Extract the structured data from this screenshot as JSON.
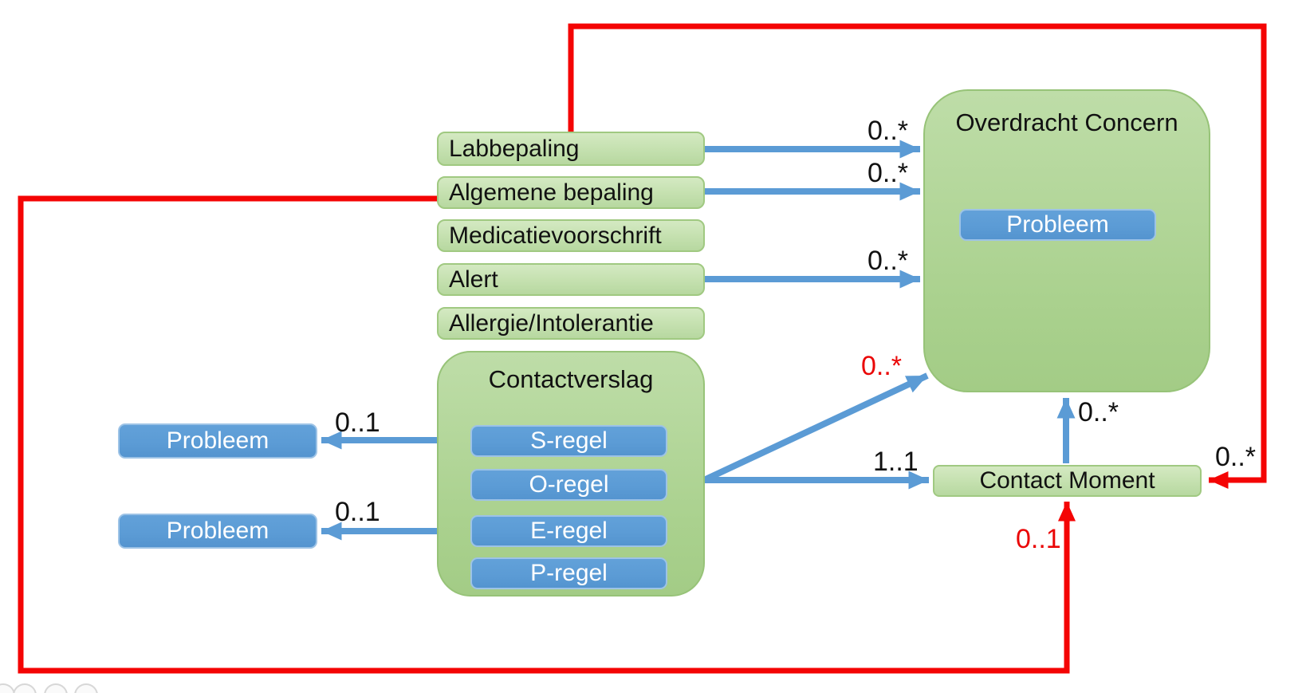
{
  "nodes": {
    "labbepaling": {
      "label": "Labbepaling"
    },
    "algemene_bepaling": {
      "label": "Algemene bepaling"
    },
    "medicatievoorschrift": {
      "label": "Medicatievoorschrift"
    },
    "alert": {
      "label": "Alert"
    },
    "allergie_intolerantie": {
      "label": "Allergie/Intolerantie"
    },
    "overdracht_concern": {
      "label": "Overdracht Concern",
      "child": {
        "label": "Probleem"
      }
    },
    "contactverslag": {
      "label": "Contactverslag",
      "children": [
        {
          "label": "S-regel"
        },
        {
          "label": "O-regel"
        },
        {
          "label": "E-regel"
        },
        {
          "label": "P-regel"
        }
      ]
    },
    "probleem_s": {
      "label": "Probleem"
    },
    "probleem_e": {
      "label": "Probleem"
    },
    "contact_moment": {
      "label": "Contact Moment"
    }
  },
  "relations": [
    {
      "from": "Labbepaling",
      "to": "Overdracht Concern",
      "cardinality": "0..*",
      "line": "blue",
      "label_color": "black"
    },
    {
      "from": "Algemene bepaling",
      "to": "Overdracht Concern",
      "cardinality": "0..*",
      "line": "blue",
      "label_color": "black"
    },
    {
      "from": "Alert",
      "to": "Overdracht Concern",
      "cardinality": "0..*",
      "line": "blue",
      "label_color": "black"
    },
    {
      "from": "S-regel",
      "to": "Probleem",
      "cardinality": "0..1",
      "line": "blue",
      "label_color": "black"
    },
    {
      "from": "E-regel",
      "to": "Probleem",
      "cardinality": "0..1",
      "line": "blue",
      "label_color": "black"
    },
    {
      "from": "Contactverslag",
      "to": "Overdracht Concern",
      "cardinality": "0..*",
      "line": "blue",
      "label_color": "red"
    },
    {
      "from": "Contactverslag",
      "to": "Contact Moment",
      "cardinality": "1..1",
      "line": "blue",
      "label_color": "black"
    },
    {
      "from": "Contact Moment",
      "to": "Overdracht Concern",
      "cardinality": "0..*",
      "line": "blue",
      "label_color": "black"
    },
    {
      "from": "Labbepaling",
      "to": "Contact Moment",
      "cardinality": "0..*",
      "line": "red",
      "label_color": "black"
    },
    {
      "from": "Algemene bepaling",
      "to": "Contact Moment",
      "cardinality": "0..1",
      "line": "red",
      "label_color": "red"
    }
  ],
  "colors": {
    "green_fill": "#c7e2b2",
    "green_border": "#a0c981",
    "big_green_fill": "#aad18e",
    "blue_fill": "#5b9bd5",
    "blue_border": "#9dc3e6",
    "arrow_blue": "#5b9bd5",
    "line_red": "#f40404",
    "text_dark": "#111111",
    "text_light": "#ffffff"
  }
}
